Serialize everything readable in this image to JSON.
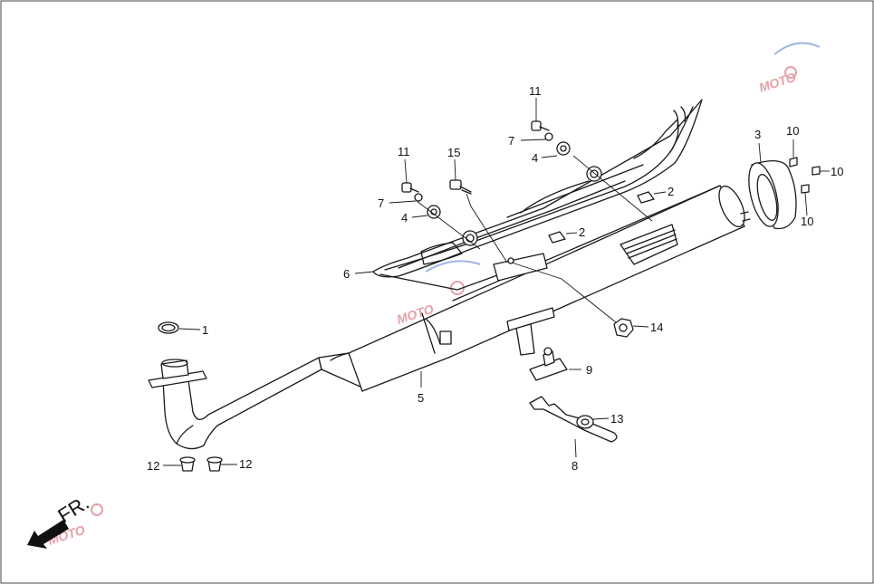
{
  "diagram": {
    "callouts": [
      {
        "id": "c11a",
        "label": "11"
      },
      {
        "id": "c7a",
        "label": "7"
      },
      {
        "id": "c4a",
        "label": "4"
      },
      {
        "id": "c11b",
        "label": "11"
      },
      {
        "id": "c15",
        "label": "15"
      },
      {
        "id": "c7b",
        "label": "7"
      },
      {
        "id": "c4b",
        "label": "4"
      },
      {
        "id": "c2a",
        "label": "2"
      },
      {
        "id": "c2b",
        "label": "2"
      },
      {
        "id": "c3",
        "label": "3"
      },
      {
        "id": "c10a",
        "label": "10"
      },
      {
        "id": "c10b",
        "label": "10"
      },
      {
        "id": "c10c",
        "label": "10"
      },
      {
        "id": "c6",
        "label": "6"
      },
      {
        "id": "c1",
        "label": "1"
      },
      {
        "id": "c14",
        "label": "14"
      },
      {
        "id": "c9",
        "label": "9"
      },
      {
        "id": "c5",
        "label": "5"
      },
      {
        "id": "c13",
        "label": "13"
      },
      {
        "id": "c8",
        "label": "8"
      },
      {
        "id": "c12a",
        "label": "12"
      },
      {
        "id": "c12b",
        "label": "12"
      }
    ],
    "direction_label": "FR.",
    "watermark": "MOTO",
    "colors": {
      "line": "#1a1a1a",
      "watermark": "#e6a0a6",
      "background": "#ffffff"
    }
  }
}
